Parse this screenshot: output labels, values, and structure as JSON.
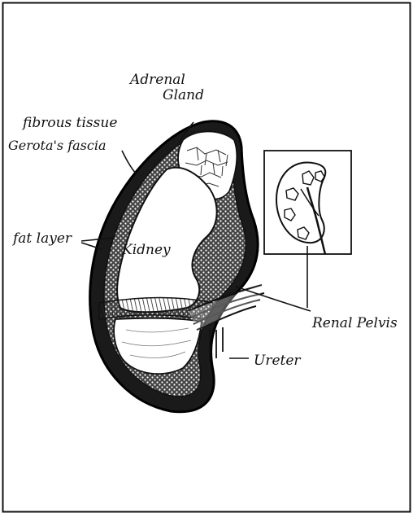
{
  "labels": {
    "adrenal_line1": "Adrenal",
    "adrenal_line2": "Gland",
    "fibrous_tissue": "fibrous tissue",
    "gerotas_fascia": "Gerota's fascia",
    "fat_layer": "fat layer",
    "kidney": "Kidney",
    "renal_pelvis": "Renal Pelvis",
    "ureter": "Ureter"
  },
  "colors": {
    "ink": "#111111",
    "paper": "#ffffff"
  }
}
